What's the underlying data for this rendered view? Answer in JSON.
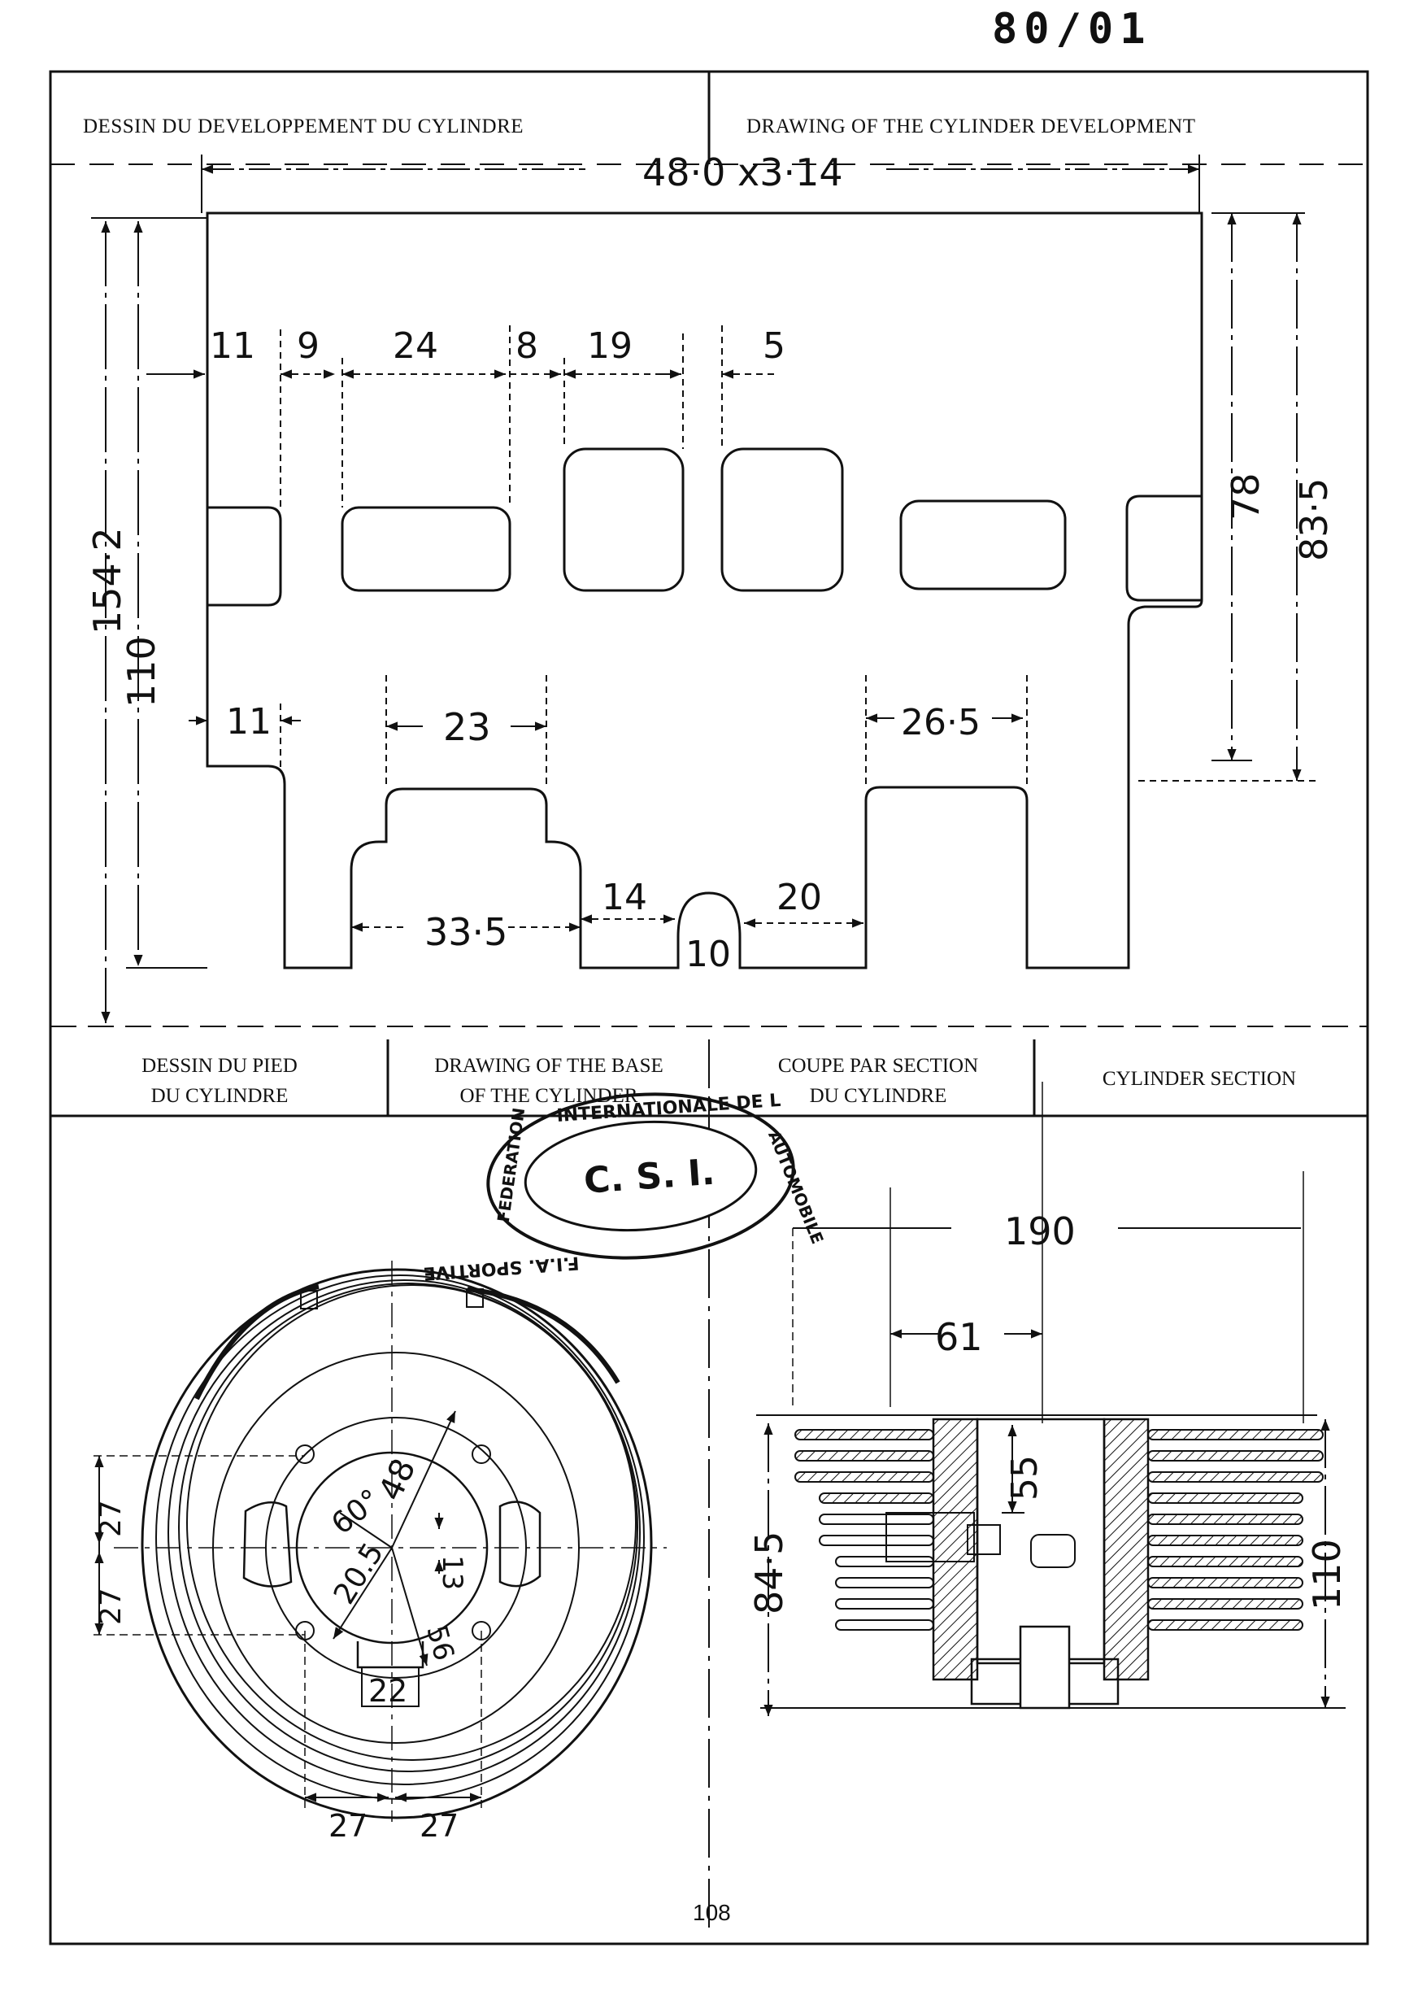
{
  "sheet_number": "80/01",
  "page_number": "108",
  "headers": {
    "development_fr": "DESSIN DU DEVELOPPEMENT DU CYLINDRE",
    "development_en": "DRAWING OF THE CYLINDER DEVELOPMENT",
    "base_fr_line1": "DESSIN DU PIED",
    "base_fr_line2": "DU CYLINDRE",
    "base_en_line1": "DRAWING OF THE BASE",
    "base_en_line2": "OF THE CYLINDER",
    "section_fr_line1": "COUPE PAR SECTION",
    "section_fr_line2": "DU CYLINDRE",
    "section_en": "CYLINDER SECTION"
  },
  "stamp": {
    "center": "C. S. I.",
    "ring_top": "INTERNATIONALE DE L",
    "ring_bottom": "F.I.A. SPORTIVE",
    "ring_right": "AUTOMOBILE",
    "ring_left": "FEDERATION"
  },
  "development_dims": {
    "overall_width": "48·0 x3·14",
    "top_11": "11",
    "top_9": "9",
    "top_24": "24",
    "top_8": "8",
    "top_19": "19",
    "top_5": "5",
    "left_154": "154·2",
    "left_110": "110",
    "right_78": "78",
    "right_83": "83·5",
    "mid_11": "11",
    "mid_23": "23",
    "mid_26": "26·5",
    "bot_33": "33·5",
    "bot_14": "14",
    "bot_10": "10",
    "bot_20": "20"
  },
  "base_dims": {
    "d48": "48",
    "a60": "60°",
    "d13": "13",
    "r20": "20.5",
    "r56": "56",
    "d22": "22",
    "l27a": "27",
    "l27b": "27",
    "b27a": "27",
    "b27b": "27"
  },
  "section_dims": {
    "d190": "190",
    "d61": "61",
    "d55": "55",
    "d84": "84·5",
    "d110": "110"
  }
}
